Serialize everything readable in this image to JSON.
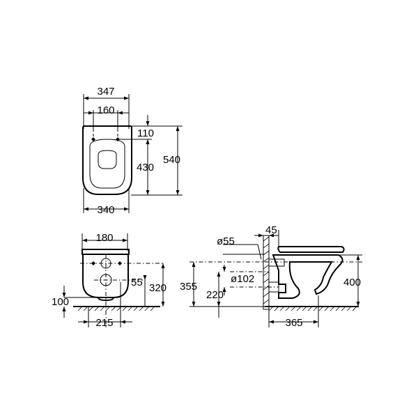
{
  "top_view": {
    "dims": {
      "overall_width": "347",
      "fixing_spacing": "160",
      "fixing_offset": "110",
      "bowl_length": "430",
      "overall_length": "540",
      "body_width": "340"
    }
  },
  "front_view": {
    "dims": {
      "width_top": "180",
      "hole_offset": "55",
      "height": "320",
      "base_height": "100",
      "base_width": "215"
    }
  },
  "side_view": {
    "dims": {
      "inlet_diameter": "ø55",
      "wall_offset": "45",
      "outlet_diameter": "ø102",
      "inlet_height": "355",
      "outlet_height": "220",
      "total_height": "400",
      "projection": "365"
    }
  },
  "colors": {
    "line": "#000000",
    "background": "#ffffff"
  }
}
